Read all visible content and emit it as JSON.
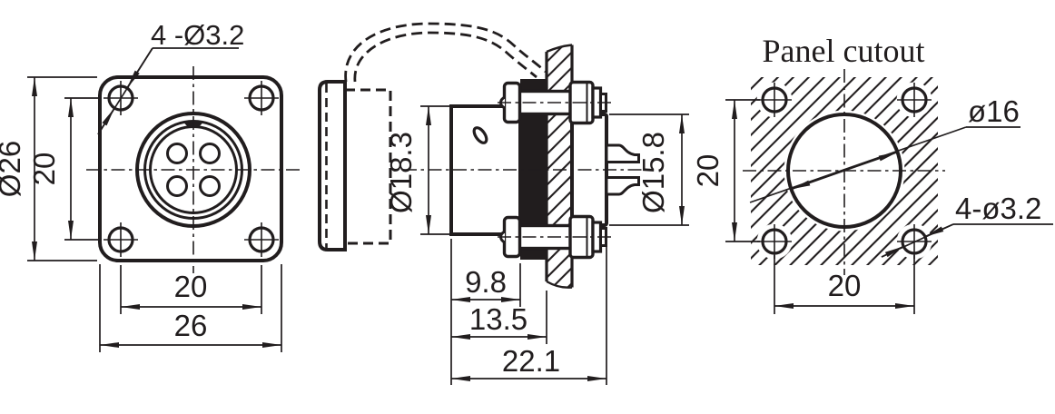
{
  "drawing": {
    "type": "connector-dimensional-drawing",
    "views": {
      "front": {
        "callout": "4 -Ø3.2",
        "flange_dia": "Ø26",
        "hole_pitch_vertical": "20",
        "hole_pitch_horizontal": "20",
        "flange_size": "26"
      },
      "section": {
        "body_dia": "Ø18.3",
        "rear_dia": "Ø15.8",
        "len_front": "9.8",
        "len_to_panel": "13.5",
        "len_total": "22.1"
      },
      "cutout": {
        "title": "Panel cutout",
        "hole_dia": "ø16",
        "mount_holes_callout": "4-ø3.2",
        "hole_pitch_vertical": "20",
        "hole_pitch_horizontal": "20"
      }
    },
    "dimensions_mm": {
      "mount_hole_dia": 3.2,
      "mount_hole_count": 4,
      "flange_dia": 26,
      "hole_pitch": 20,
      "body_dia": 18.3,
      "rear_dia": 15.8,
      "front_length": 9.8,
      "panel_depth": 13.5,
      "total_length": 22.1,
      "panel_cutout_dia": 16
    },
    "line_color": "#211d1e"
  }
}
